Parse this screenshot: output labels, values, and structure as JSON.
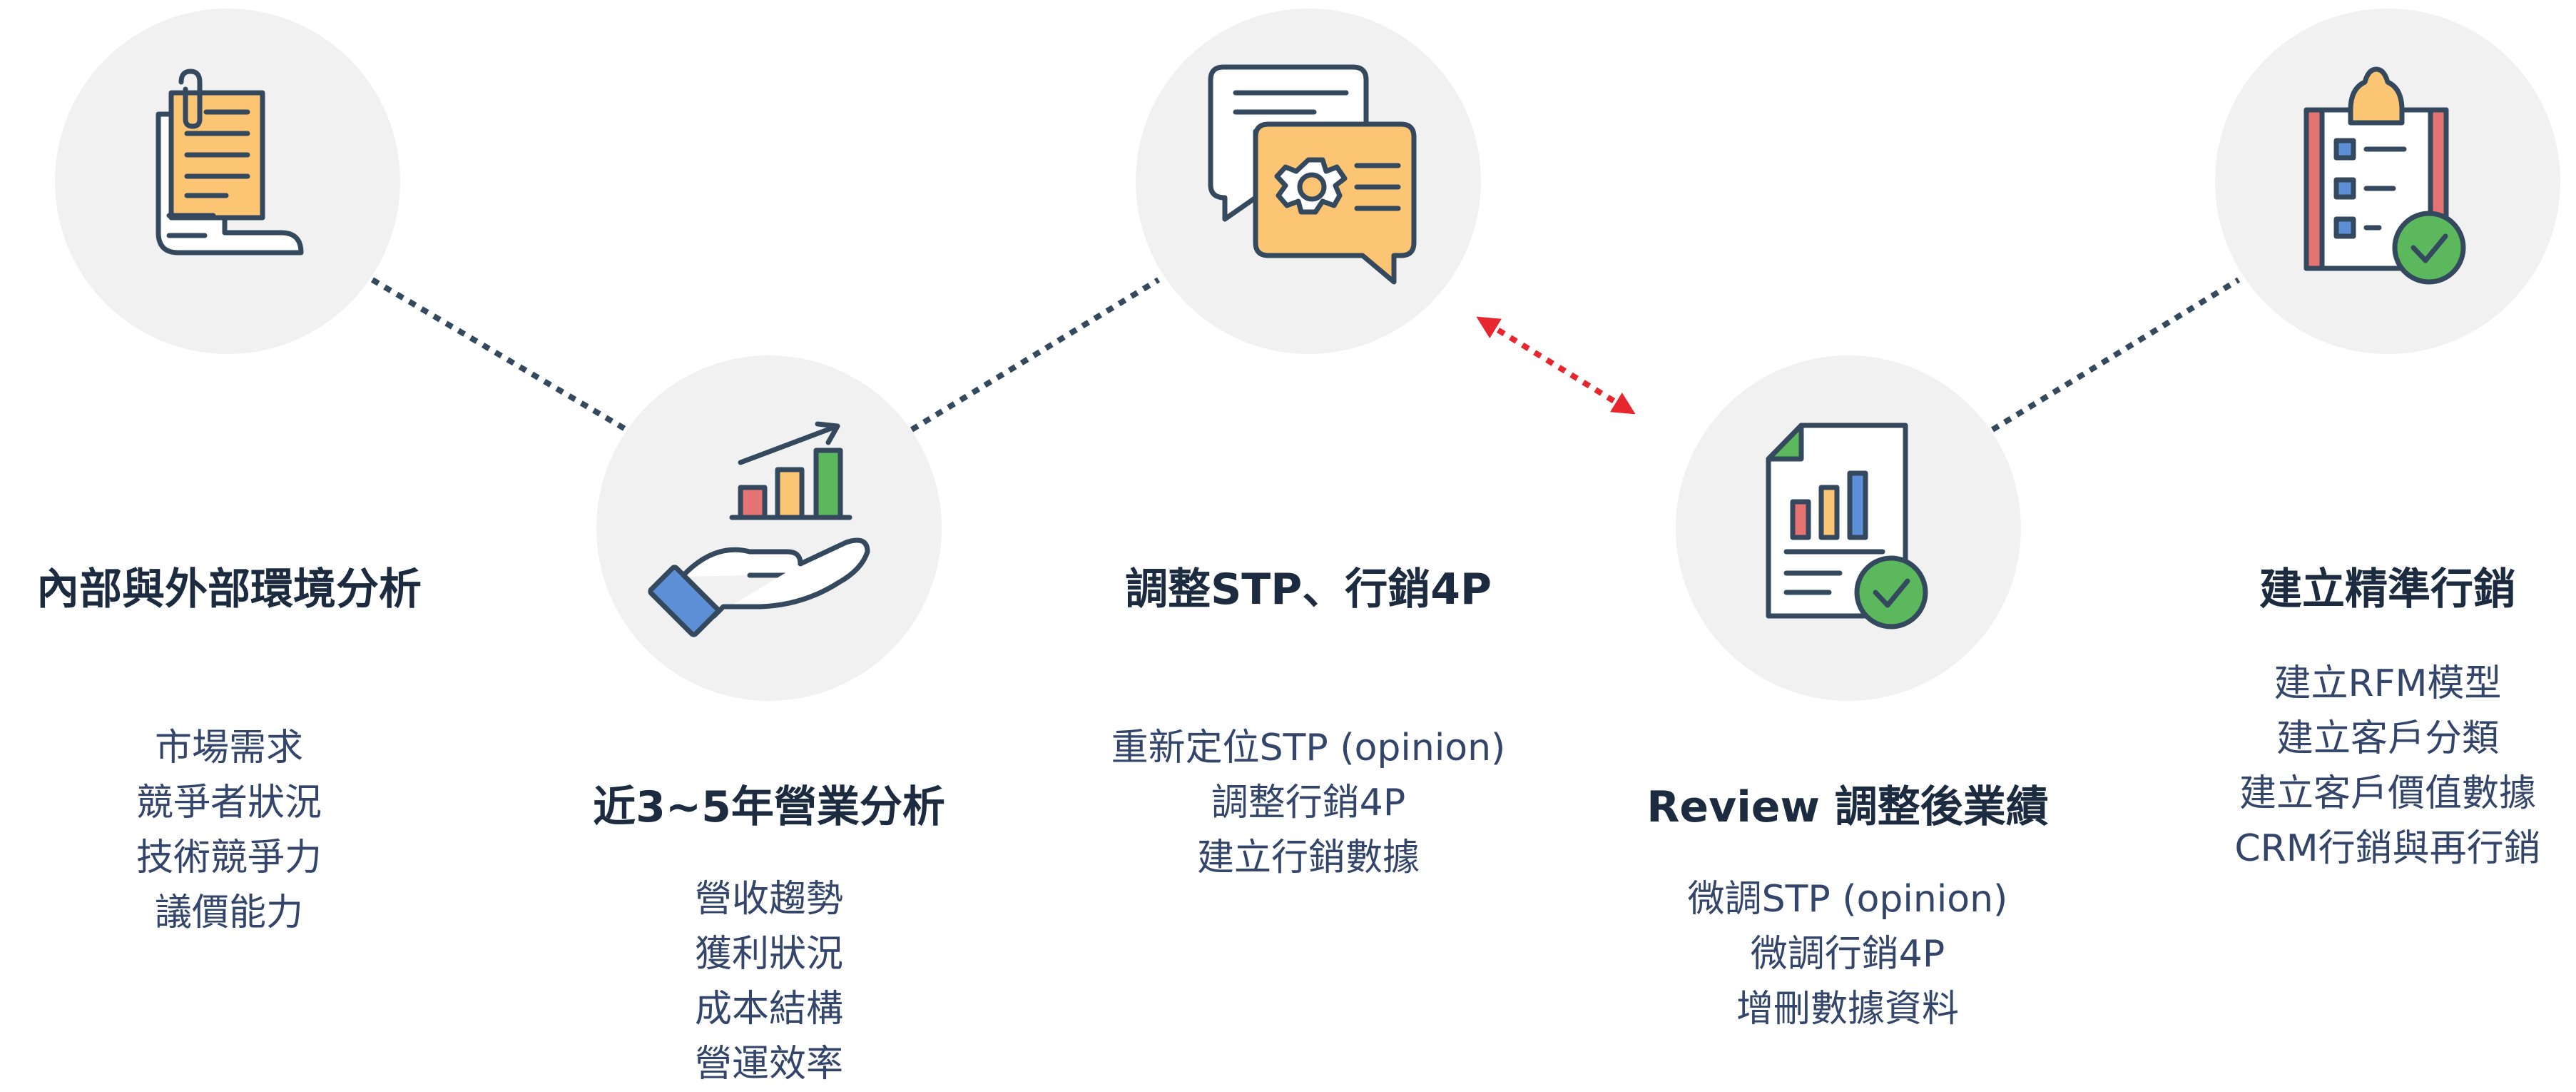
{
  "steps": [
    {
      "title": "內部與外部環境分析",
      "items": [
        "市場需求",
        "競爭者狀況",
        "技術競爭力",
        "議價能力"
      ],
      "icon": "document-icon"
    },
    {
      "title": "近3~5年營業分析",
      "items": [
        "營收趨勢",
        "獲利狀況",
        "成本結構",
        "營運效率"
      ],
      "icon": "growth-chart-hand-icon"
    },
    {
      "title": "調整STP、行銷4P",
      "items": [
        "重新定位STP (opinion)",
        "調整行銷4P",
        "建立行銷數據"
      ],
      "icon": "chat-gear-icon"
    },
    {
      "title": "Review 調整後業績",
      "items": [
        "微調STP (opinion)",
        "微調行銷4P",
        "增刪數據資料"
      ],
      "icon": "report-check-icon"
    },
    {
      "title": "建立精準行銷",
      "items": [
        "建立RFM模型",
        "建立客戶分類",
        "建立客戶價值數據",
        "CRM行銷與再行銷"
      ],
      "icon": "clipboard-check-icon"
    }
  ],
  "colors": {
    "navy": "#34495e",
    "orange": "#fcc574",
    "green": "#5cb85c",
    "red": "#e57373",
    "blue": "#5c8fd6",
    "circle": "#f1f1f2",
    "arrow": "#e8262d"
  }
}
